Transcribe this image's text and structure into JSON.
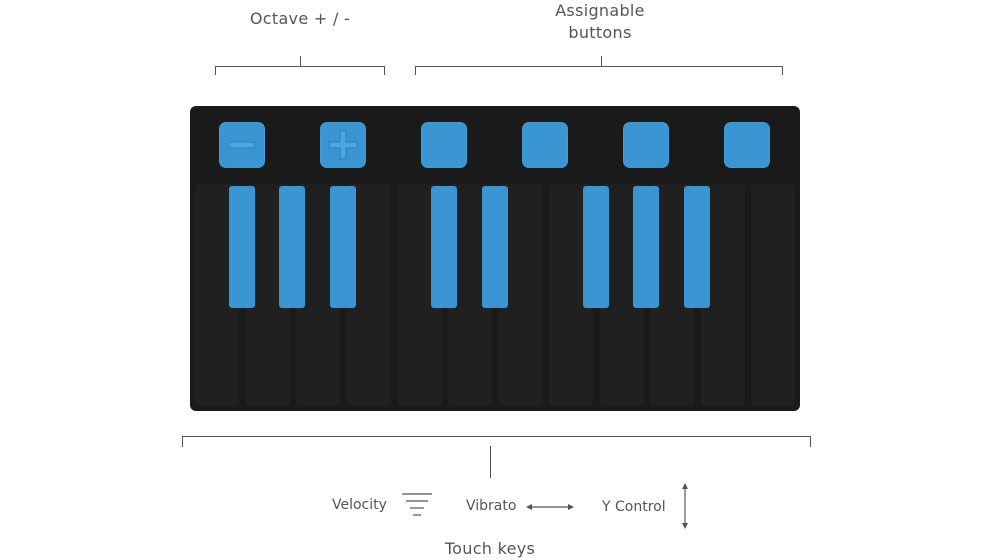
{
  "labels": {
    "octave": "Octave + / -",
    "assignable": "Assignable\nbuttons",
    "touch_keys": "Touch keys",
    "velocity": "Velocity",
    "vibrato": "Vibrato",
    "y_control": "Y Control"
  },
  "icons": {
    "minus_pad": "minus-icon",
    "plus_pad": "plus-icon",
    "velocity": "velocity-icon",
    "vibrato": "horizontal-double-arrow-icon",
    "y_control": "vertical-double-arrow-icon"
  },
  "colors": {
    "accent": "#3a95d3",
    "device_body": "#1a1a1a",
    "key_surface": "#202020",
    "line": "#555555"
  }
}
